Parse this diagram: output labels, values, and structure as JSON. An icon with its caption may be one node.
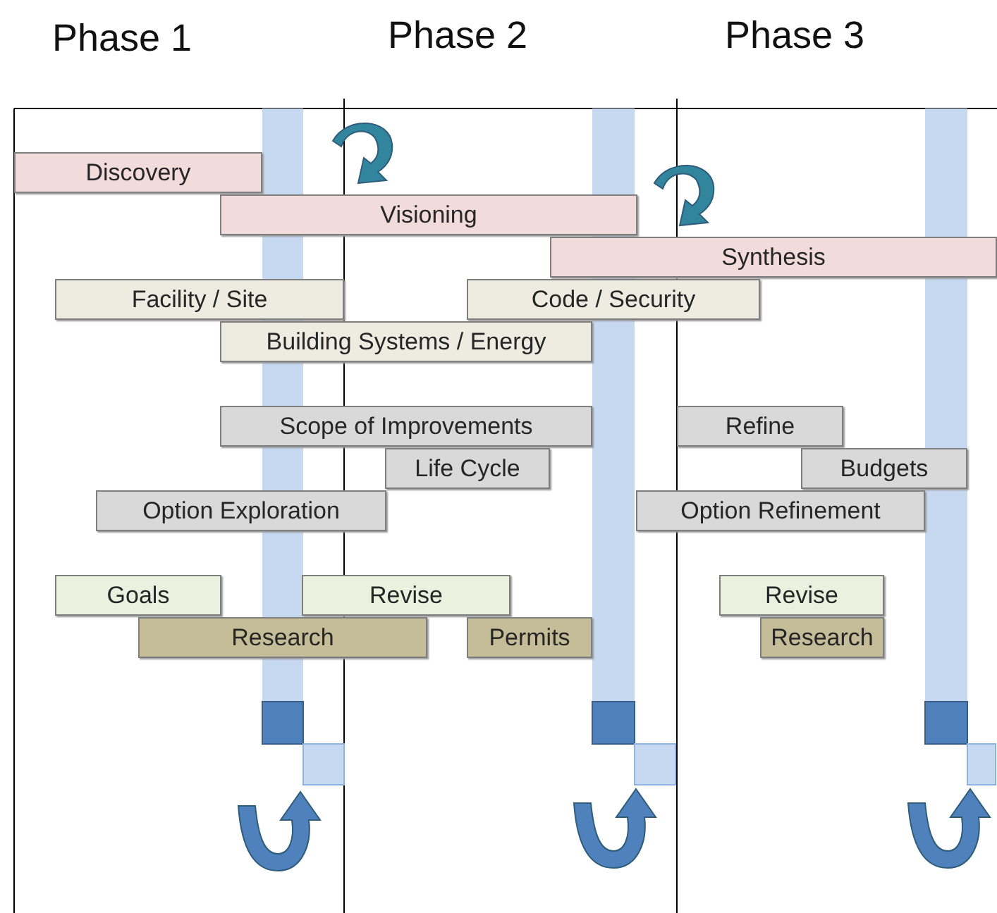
{
  "diagram": {
    "nodes": [
      {
        "text": [
          "Discovery"
        ]
      },
      {
        "text": [
          "Visioning"
        ]
      },
      {
        "text": [
          "Synthesis"
        ]
      },
      {
        "text": [
          "Facility / Site"
        ]
      },
      {
        "text": [
          "Code / Security"
        ]
      },
      {
        "text": [
          "Building Systems / Energy"
        ]
      },
      {
        "text": [
          "Scope of Improvements"
        ]
      },
      {
        "text": [
          "Refine"
        ]
      },
      {
        "text": [
          "Life Cycle"
        ]
      },
      {
        "text": [
          "Budgets"
        ]
      },
      {
        "text": [
          "Option Exploration"
        ]
      },
      {
        "text": [
          "Option Refinement"
        ]
      },
      {
        "text": [
          "Goals"
        ]
      },
      {
        "text": [
          "Revise"
        ]
      },
      {
        "text": [
          "Revise"
        ]
      },
      {
        "text": [
          "Research"
        ]
      },
      {
        "text": [
          "Permits"
        ]
      },
      {
        "text": [
          "Research"
        ]
      }
    ],
    "labels": [
      "Phase 1",
      "Phase 2",
      "Phase 3"
    ]
  }
}
